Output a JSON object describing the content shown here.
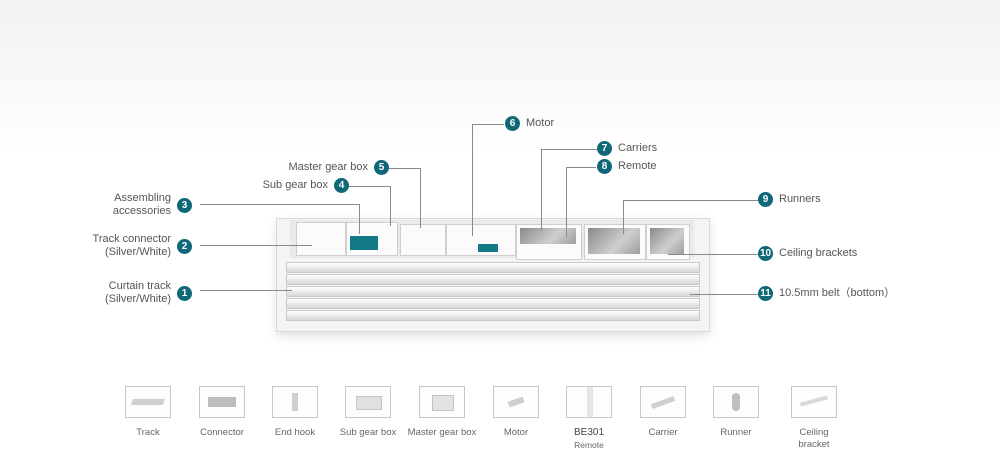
{
  "callouts": [
    {
      "num": "1",
      "label": "Curtain track (Silver/White)",
      "line1": "Curtain track",
      "line2": "(Silver/White)"
    },
    {
      "num": "2",
      "label": "Track connector (Silver/White)",
      "line1": "Track connector",
      "line2": "(Silver/White)"
    },
    {
      "num": "3",
      "label": "Assembling accessories",
      "line1": "Assembling",
      "line2": "accessories"
    },
    {
      "num": "4",
      "label": "Sub gear box"
    },
    {
      "num": "5",
      "label": "Master gear box"
    },
    {
      "num": "6",
      "label": "Motor"
    },
    {
      "num": "7",
      "label": "Carriers"
    },
    {
      "num": "8",
      "label": "Remote"
    },
    {
      "num": "9",
      "label": "Runners"
    },
    {
      "num": "10",
      "label": "Ceiling brackets"
    },
    {
      "num": "11",
      "label": "10.5mm belt（bottom）"
    }
  ],
  "parts": [
    {
      "name": "Track",
      "icon": "track-icon"
    },
    {
      "name": "Connector",
      "icon": "connector-icon"
    },
    {
      "name": "End hook",
      "icon": "end-hook-icon"
    },
    {
      "name": "Sub gear box",
      "icon": "sub-gear-box-icon"
    },
    {
      "name": "Master gear box",
      "icon": "master-gear-box-icon"
    },
    {
      "name": "Motor",
      "icon": "motor-icon"
    },
    {
      "name": "BE301",
      "name2": "Remote",
      "icon": "remote-icon"
    },
    {
      "name": "Carrier",
      "icon": "carrier-icon"
    },
    {
      "name": "Runner",
      "icon": "runner-icon"
    },
    {
      "name": "Ceiling",
      "name2": "bracket",
      "icon": "ceiling-bracket-icon"
    }
  ],
  "colors": {
    "badge": "#0f6777",
    "accent": "#127a87",
    "line": "#8a8a8a"
  }
}
